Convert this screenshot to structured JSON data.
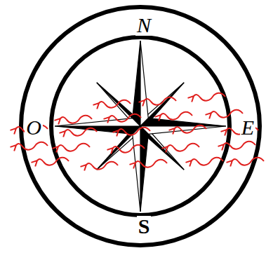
{
  "diagram": {
    "labels": [
      "N",
      "O",
      "E",
      "S"
    ]
  }
}
